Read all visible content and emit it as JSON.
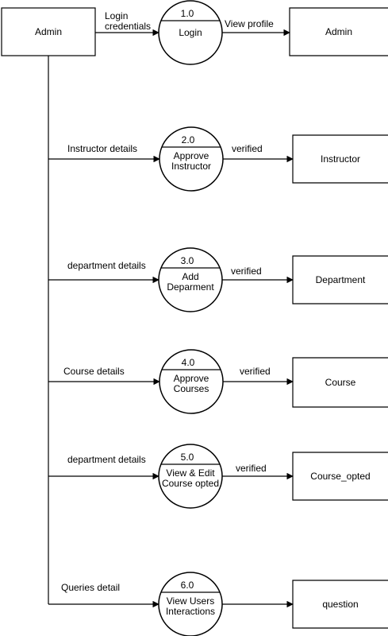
{
  "entity": {
    "label": "Admin"
  },
  "processes": [
    {
      "id": "1.0",
      "lines": [
        "Login"
      ],
      "in_label": [
        "Login",
        "credentials"
      ],
      "out_label": "View profile",
      "store": "Admin"
    },
    {
      "id": "2.0",
      "lines": [
        "Approve",
        "Instructor"
      ],
      "in_label": [
        "Instructor details"
      ],
      "out_label": "verified",
      "store": "Instructor"
    },
    {
      "id": "3.0",
      "lines": [
        "Add",
        "Deparment"
      ],
      "in_label": [
        "department details"
      ],
      "out_label": "verified",
      "store": "Department"
    },
    {
      "id": "4.0",
      "lines": [
        "Approve",
        "Courses"
      ],
      "in_label": [
        "Course details"
      ],
      "out_label": "verified",
      "store": "Course"
    },
    {
      "id": "5.0",
      "lines": [
        "View & Edit",
        "Course opted"
      ],
      "in_label": [
        "department details"
      ],
      "out_label": "verified",
      "store": "Course_opted"
    },
    {
      "id": "6.0",
      "lines": [
        "View Users",
        "Interactions"
      ],
      "in_label": [
        "Queries detail"
      ],
      "out_label": "",
      "store": "question"
    }
  ]
}
